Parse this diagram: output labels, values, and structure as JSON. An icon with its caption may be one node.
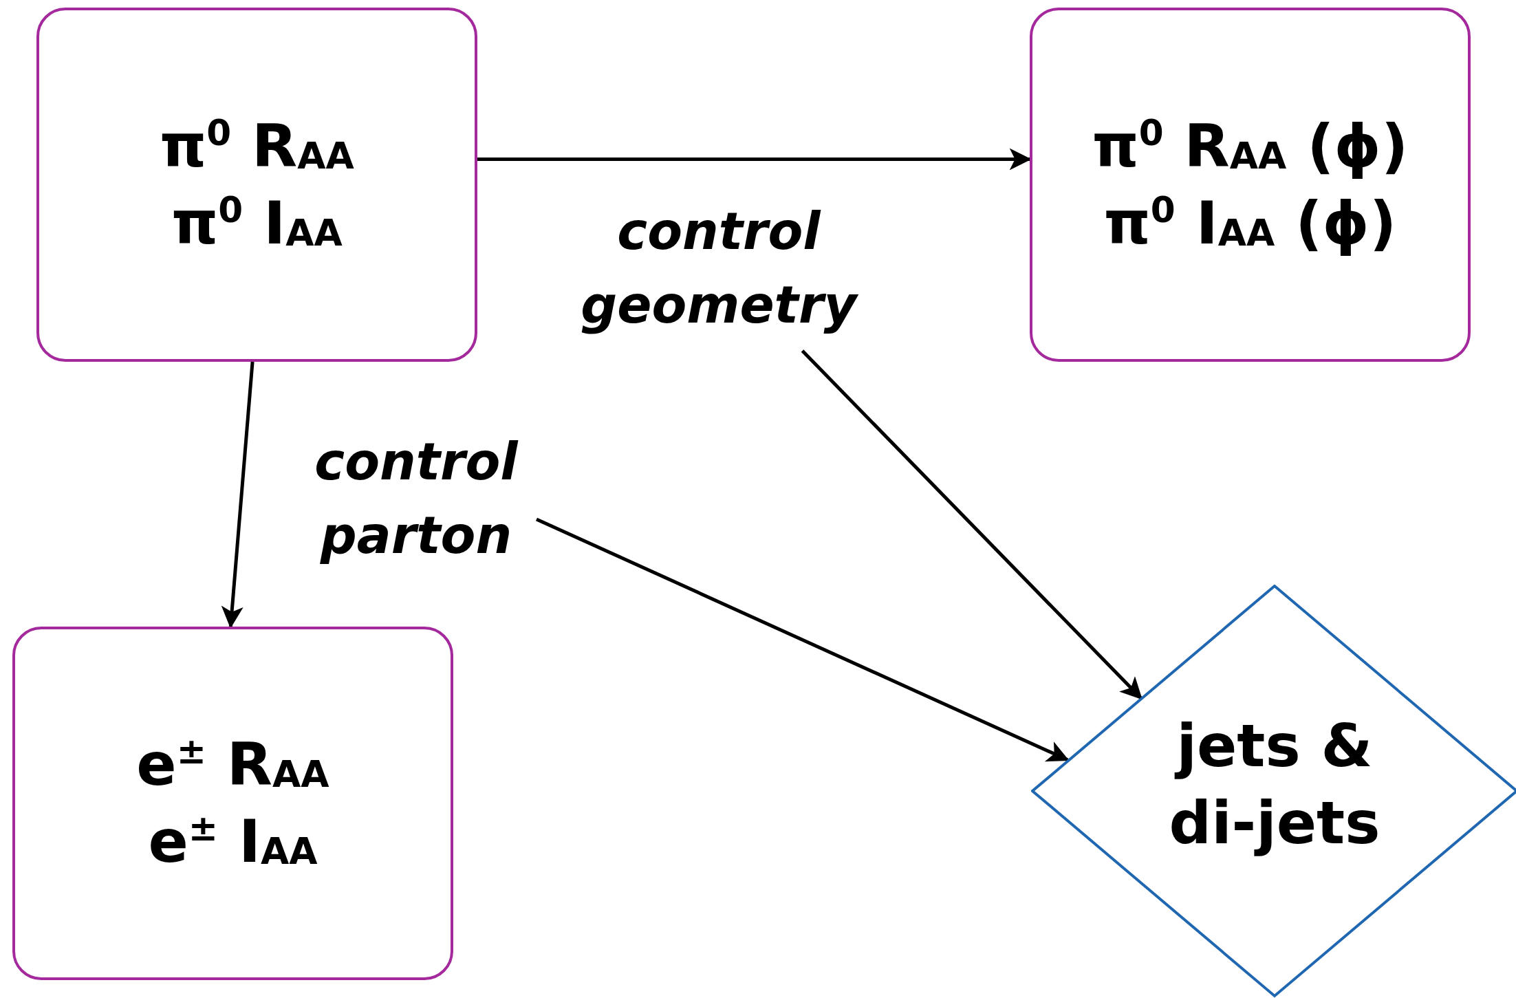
{
  "diagram": {
    "nodes": [
      {
        "text": [
          "π$^{0}$ R$_{AA}$",
          "π$^{0}$ I$_{AA}$"
        ]
      },
      {
        "text": [
          "control geometry"
        ]
      },
      {
        "text": [
          "π$^{0}$ R$_{AA}$ (ϕ)",
          "π$^{0}$ I$_{AA}$ (ϕ)"
        ]
      },
      {
        "text": [
          "control parton"
        ]
      },
      {
        "text": [
          "e$^{±}$ R$_{AA}$",
          "e$^{±}$ I$_{AA}$"
        ]
      },
      {
        "text": [
          "jets & di-jets"
        ]
      }
    ],
    "edges": [
      {
        "from": 0,
        "to": 2,
        "arrow": "to"
      },
      {
        "from": 0,
        "to": 4,
        "arrow": "to"
      },
      {
        "from": 1,
        "to": 5,
        "arrow": "to"
      },
      {
        "from": 3,
        "to": 5,
        "arrow": "to"
      }
    ]
  }
}
